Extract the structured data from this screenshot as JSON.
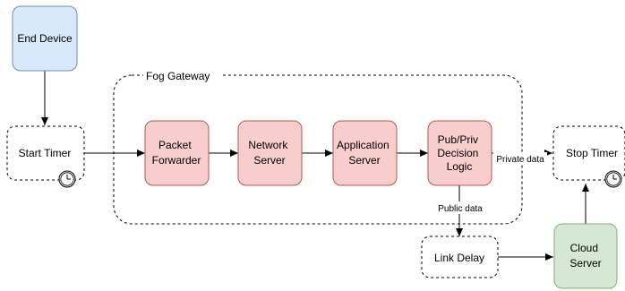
{
  "diagram": {
    "group": {
      "label": "Fog Gateway"
    },
    "nodes": {
      "end_device": {
        "lines": [
          "End Device"
        ],
        "fill": "#dae8fc",
        "stroke": "#6c8ebf"
      },
      "start_timer": {
        "lines": [
          "Start Timer"
        ],
        "fill": "#ffffff",
        "stroke": "#000000"
      },
      "packet_forwarder": {
        "lines": [
          "Packet",
          "Forwarder"
        ],
        "fill": "#f8cecc",
        "stroke": "#b85450"
      },
      "network_server": {
        "lines": [
          "Network",
          "Server"
        ],
        "fill": "#f8cecc",
        "stroke": "#b85450"
      },
      "application_server": {
        "lines": [
          "Application",
          "Server"
        ],
        "fill": "#f8cecc",
        "stroke": "#b85450"
      },
      "decision_logic": {
        "lines": [
          "Pub/Priv",
          "Decision",
          "Logic"
        ],
        "fill": "#f8cecc",
        "stroke": "#b85450"
      },
      "stop_timer": {
        "lines": [
          "Stop Timer"
        ],
        "fill": "#ffffff",
        "stroke": "#000000"
      },
      "link_delay": {
        "lines": [
          "Link Delay"
        ],
        "fill": "#ffffff",
        "stroke": "#000000"
      },
      "cloud_server": {
        "lines": [
          "Cloud",
          "Server"
        ],
        "fill": "#d5e8d4",
        "stroke": "#82b366"
      }
    },
    "edge_labels": {
      "private_data": "Private data",
      "public_data": "Public data"
    },
    "icons": {
      "start_timer_icon": "clock-icon",
      "stop_timer_icon": "clock-icon"
    }
  }
}
